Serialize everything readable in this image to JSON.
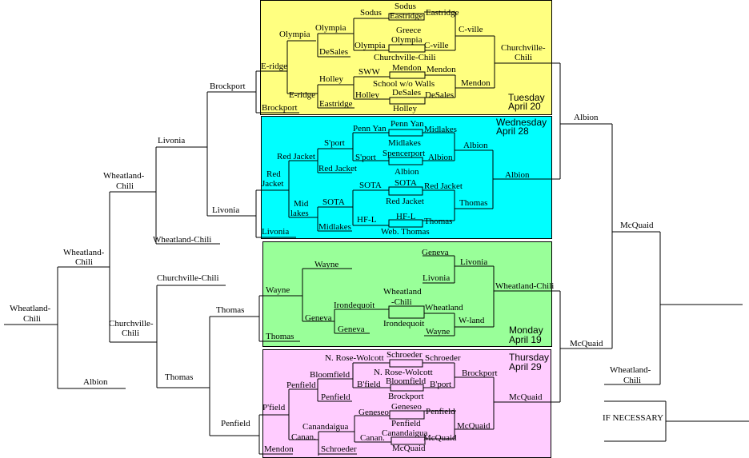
{
  "colors": {
    "tuesday": "#ffff80",
    "wednesday": "#00ffff",
    "monday": "#99ff99",
    "thursday": "#ffccff"
  },
  "outer": [
    "Wheatland-",
    "Chili",
    "Wheatland-",
    "Chili",
    "Albion",
    "Wheatland-",
    "Chili",
    "Churchville-",
    "Chili",
    "Livonia",
    "Wheatland-Chili",
    "Churchville-Chili",
    "Thomas",
    "Brockport",
    "Livonia",
    "Thomas",
    "Penfield",
    "Albion",
    "McQuaid",
    "McQuaid",
    "Wheatland-",
    "Chili",
    "IF NECESSARY"
  ],
  "tuesday": {
    "day": "Tuesday",
    "date": "April 20",
    "labels": [
      "Sodus",
      "Sodus",
      "Eastridge",
      "Eastridge",
      "Olympia",
      "Olympia",
      "Greece",
      "Olympia",
      "Olympia",
      "C-ville",
      "C-ville",
      "DeSales",
      "Churchville-Chili",
      "Churchville-",
      "Chili",
      "E-ridge",
      "SWW",
      "Mendon",
      "Mendon",
      "Holley",
      "School w/o Walls",
      "Mendon",
      "E-ridge",
      "Holley",
      "DeSales",
      "DeSales",
      "Eastridge",
      "Holley",
      "Brockport"
    ]
  },
  "wednesday": {
    "day": "Wednesday",
    "date": "April 28",
    "labels": [
      "Penn Yan",
      "Penn Yan",
      "Midlakes",
      "S'port",
      "Midlakes",
      "Red Jacket",
      "Spencerport",
      "S'port",
      "Albion",
      "Albion",
      "Red Jacket",
      "Albion",
      "Red",
      "Jacket",
      "Albion",
      "SOTA",
      "SOTA",
      "Red Jacket",
      "Mid",
      "lakes",
      "SOTA",
      "Red Jacket",
      "Thomas",
      "HF-L",
      "HF-L",
      "Thomas",
      "Midlakes",
      "Web. Thomas",
      "Livonia"
    ]
  },
  "monday": {
    "day": "Monday",
    "date": "April 19",
    "labels": [
      "Geneva",
      "Livonia",
      "Wayne",
      "Livonia",
      "Wayne",
      "Wheatland-Chili",
      "Wheatland",
      "-Chili",
      "Irondequoit",
      "Wheatland",
      "Geneva",
      "W-land",
      "Irondequoit",
      "Geneva",
      "Wayne",
      "Thomas"
    ]
  },
  "thursday": {
    "day": "Thursday",
    "date": "April 29",
    "labels": [
      "N. Rose-Wolcott",
      "Schroeder",
      "Schroeder",
      "Bloomfield",
      "N. Rose-Wolcott",
      "Brockport",
      "Penfield",
      "Bloomfield",
      "B'field",
      "B'port",
      "Penfield",
      "Brockport",
      "McQuaid",
      "P'field",
      "Geneseo",
      "Geneseo",
      "Penfield",
      "Penfield",
      "McQuaid",
      "Canandaigua",
      "Canan.",
      "Canandaigua",
      "Canan.",
      "McQuaid",
      "Mendon",
      "Schroeder",
      "McQuaid"
    ]
  }
}
